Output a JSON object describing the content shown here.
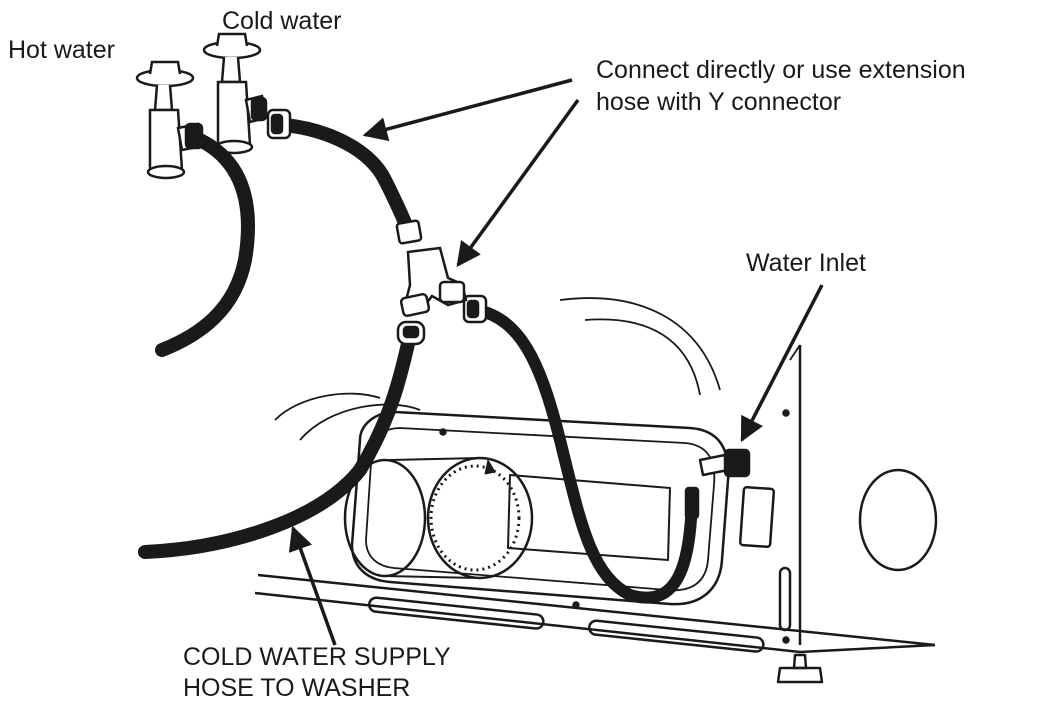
{
  "labels": {
    "hot_water": "Hot water",
    "cold_water": "Cold water",
    "connect_line1": "Connect directly or use extension",
    "connect_line2": "hose with Y connector",
    "water_inlet": "Water Inlet",
    "supply_line1": "COLD WATER SUPPLY",
    "supply_line2": "HOSE TO WASHER"
  },
  "colors": {
    "ink": "#1a1a1a",
    "background": "#ffffff"
  }
}
